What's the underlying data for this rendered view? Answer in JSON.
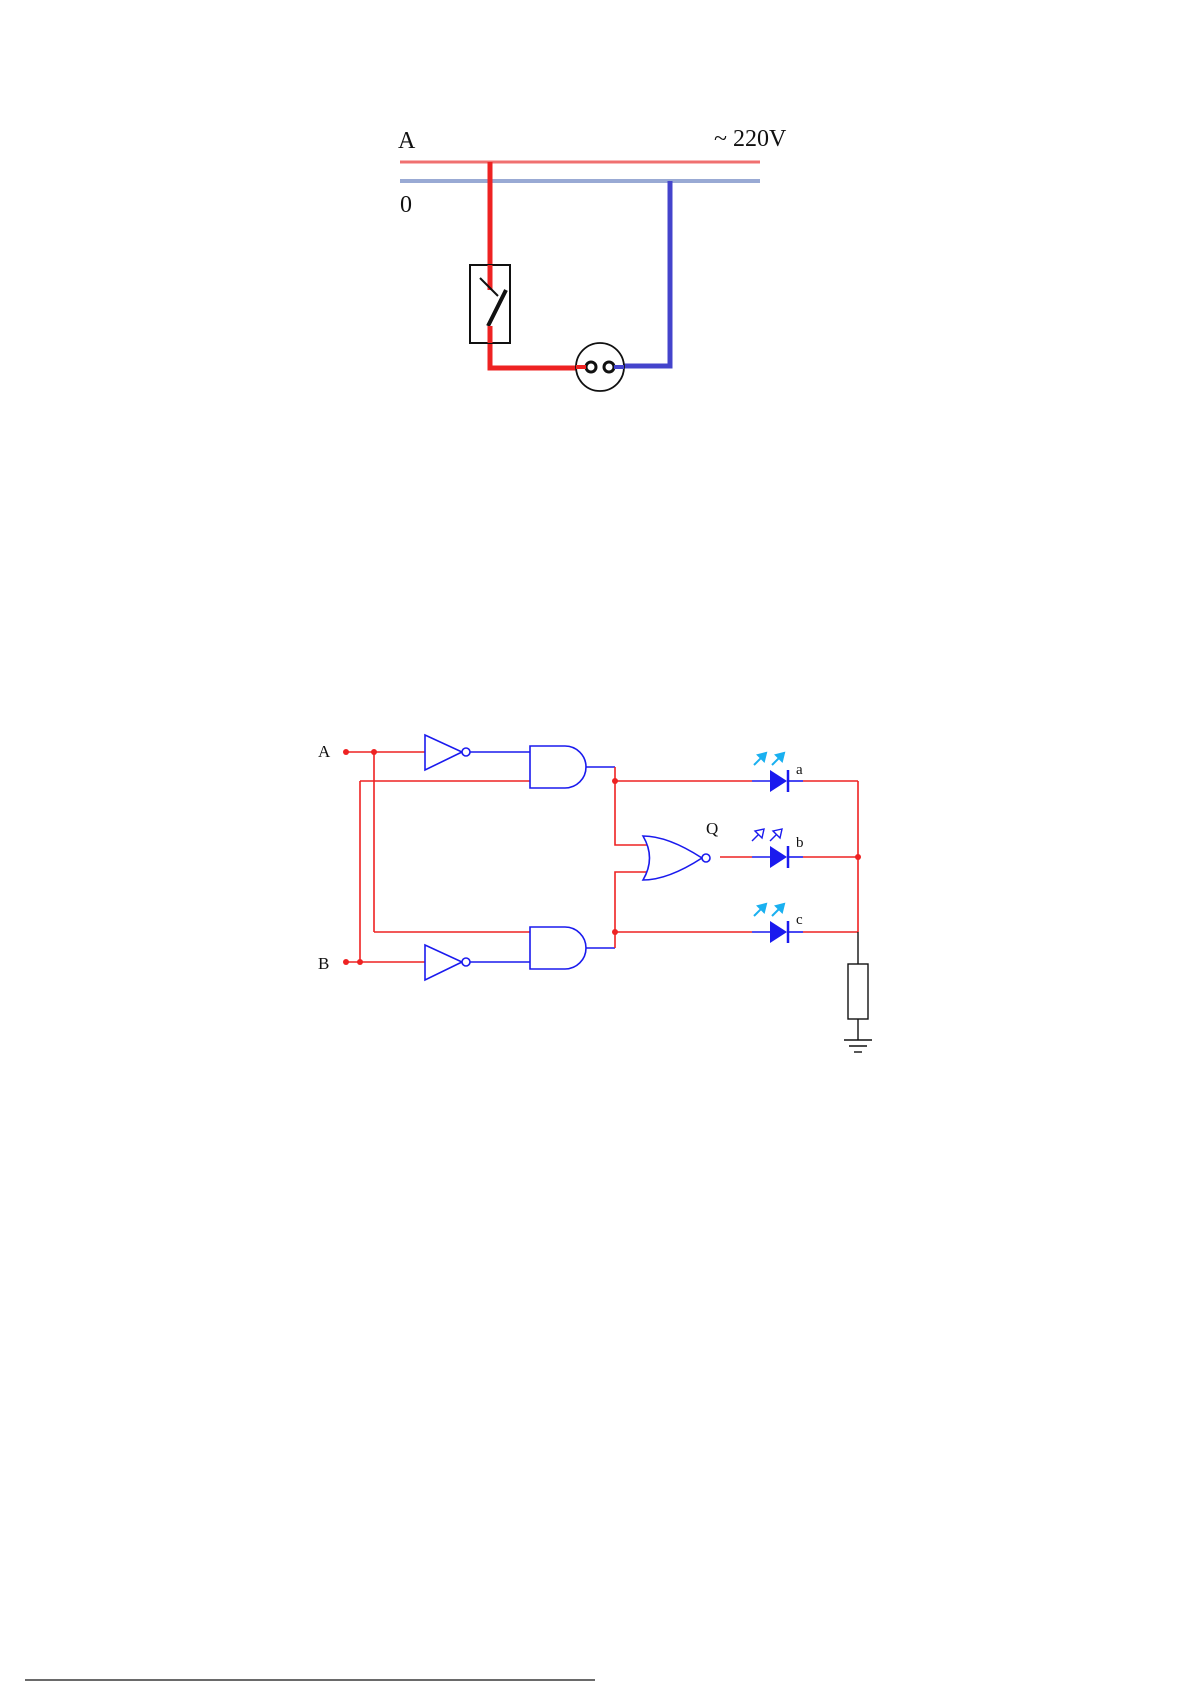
{
  "colors": {
    "phase_wire": "#ee2222",
    "neutral_wire": "#4444cc",
    "neutral_rail": "#99aad4",
    "phase_rail": "#f07070",
    "gate_blue": "#1a1aee",
    "led_rays": "#1ab0f0",
    "black": "#111111"
  },
  "supply_diagram": {
    "phase_label": "A",
    "neutral_label": "0",
    "voltage_label": "~ 220V",
    "components": [
      "switch-icon",
      "socket-icon"
    ]
  },
  "logic_circuit": {
    "inputs": [
      "A",
      "B"
    ],
    "output_label": "Q",
    "leds": [
      {
        "label": "a",
        "lit": true
      },
      {
        "label": "b",
        "lit": false
      },
      {
        "label": "c",
        "lit": true
      }
    ],
    "gates": [
      "not-gate",
      "and-gate",
      "not-gate",
      "and-gate",
      "nor-gate"
    ],
    "components": [
      "resistor-icon",
      "ground-icon"
    ]
  }
}
